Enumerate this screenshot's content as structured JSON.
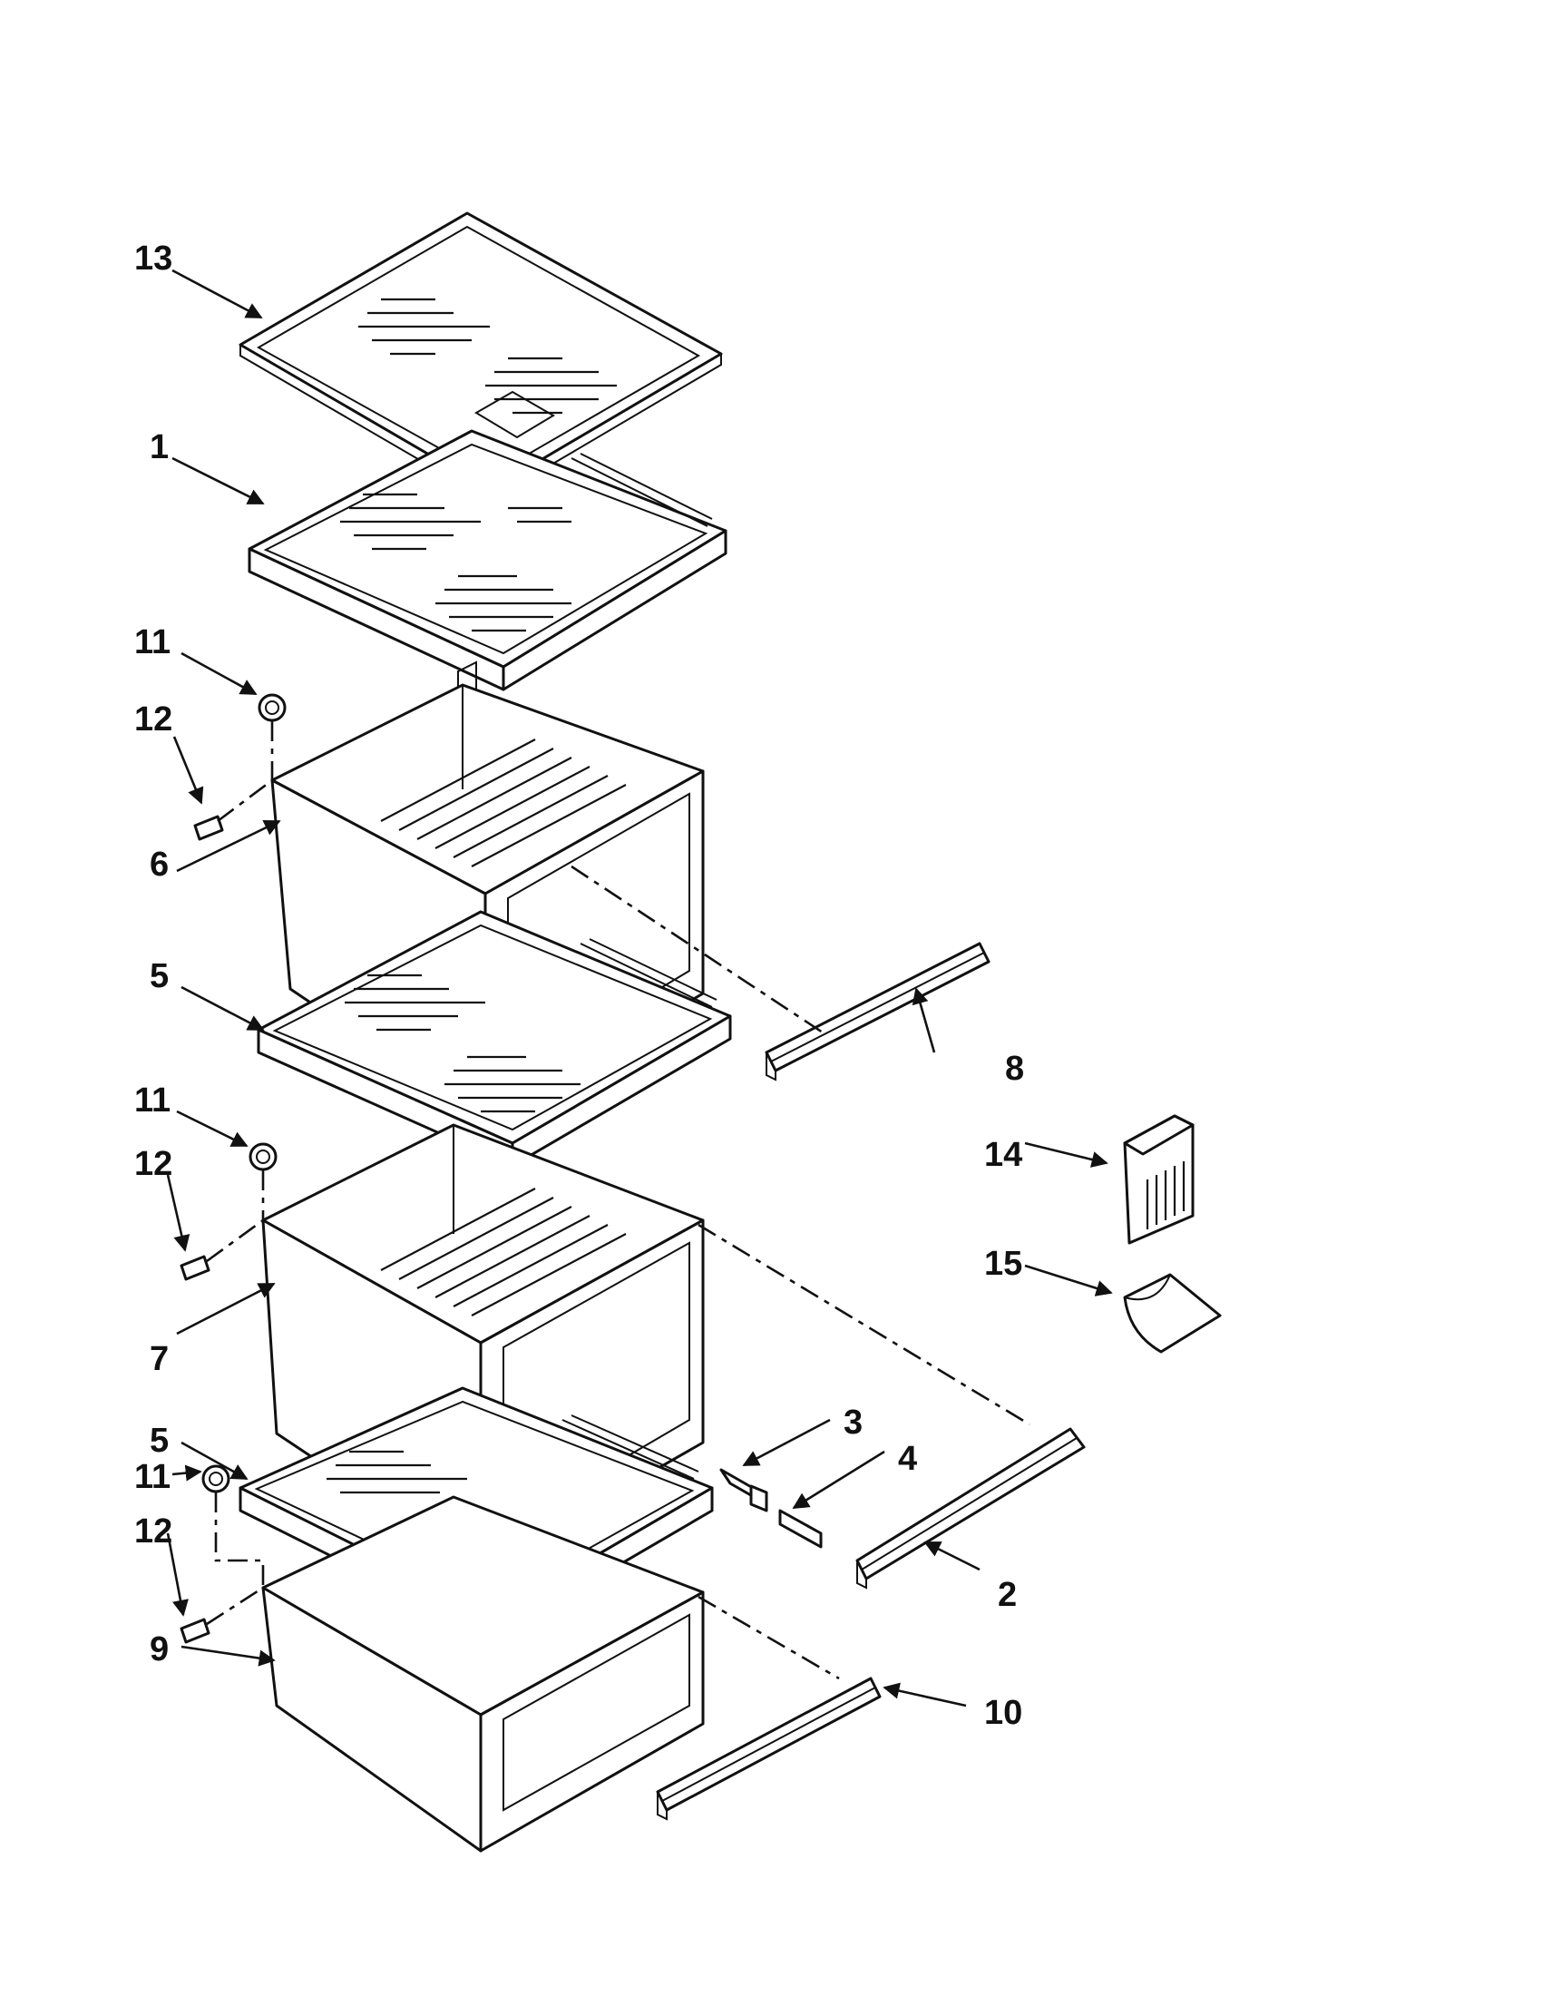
{
  "diagram": {
    "callouts": {
      "c1": "1",
      "c2": "2",
      "c3": "3",
      "c4": "4",
      "c5a": "5",
      "c5b": "5",
      "c6": "6",
      "c7": "7",
      "c8": "8",
      "c9": "9",
      "c10": "10",
      "c11a": "11",
      "c11b": "11",
      "c11c": "11",
      "c12a": "12",
      "c12b": "12",
      "c12c": "12",
      "c13": "13",
      "c14": "14",
      "c15": "15"
    },
    "colors": {
      "line": "#111111",
      "background": "#ffffff"
    }
  }
}
